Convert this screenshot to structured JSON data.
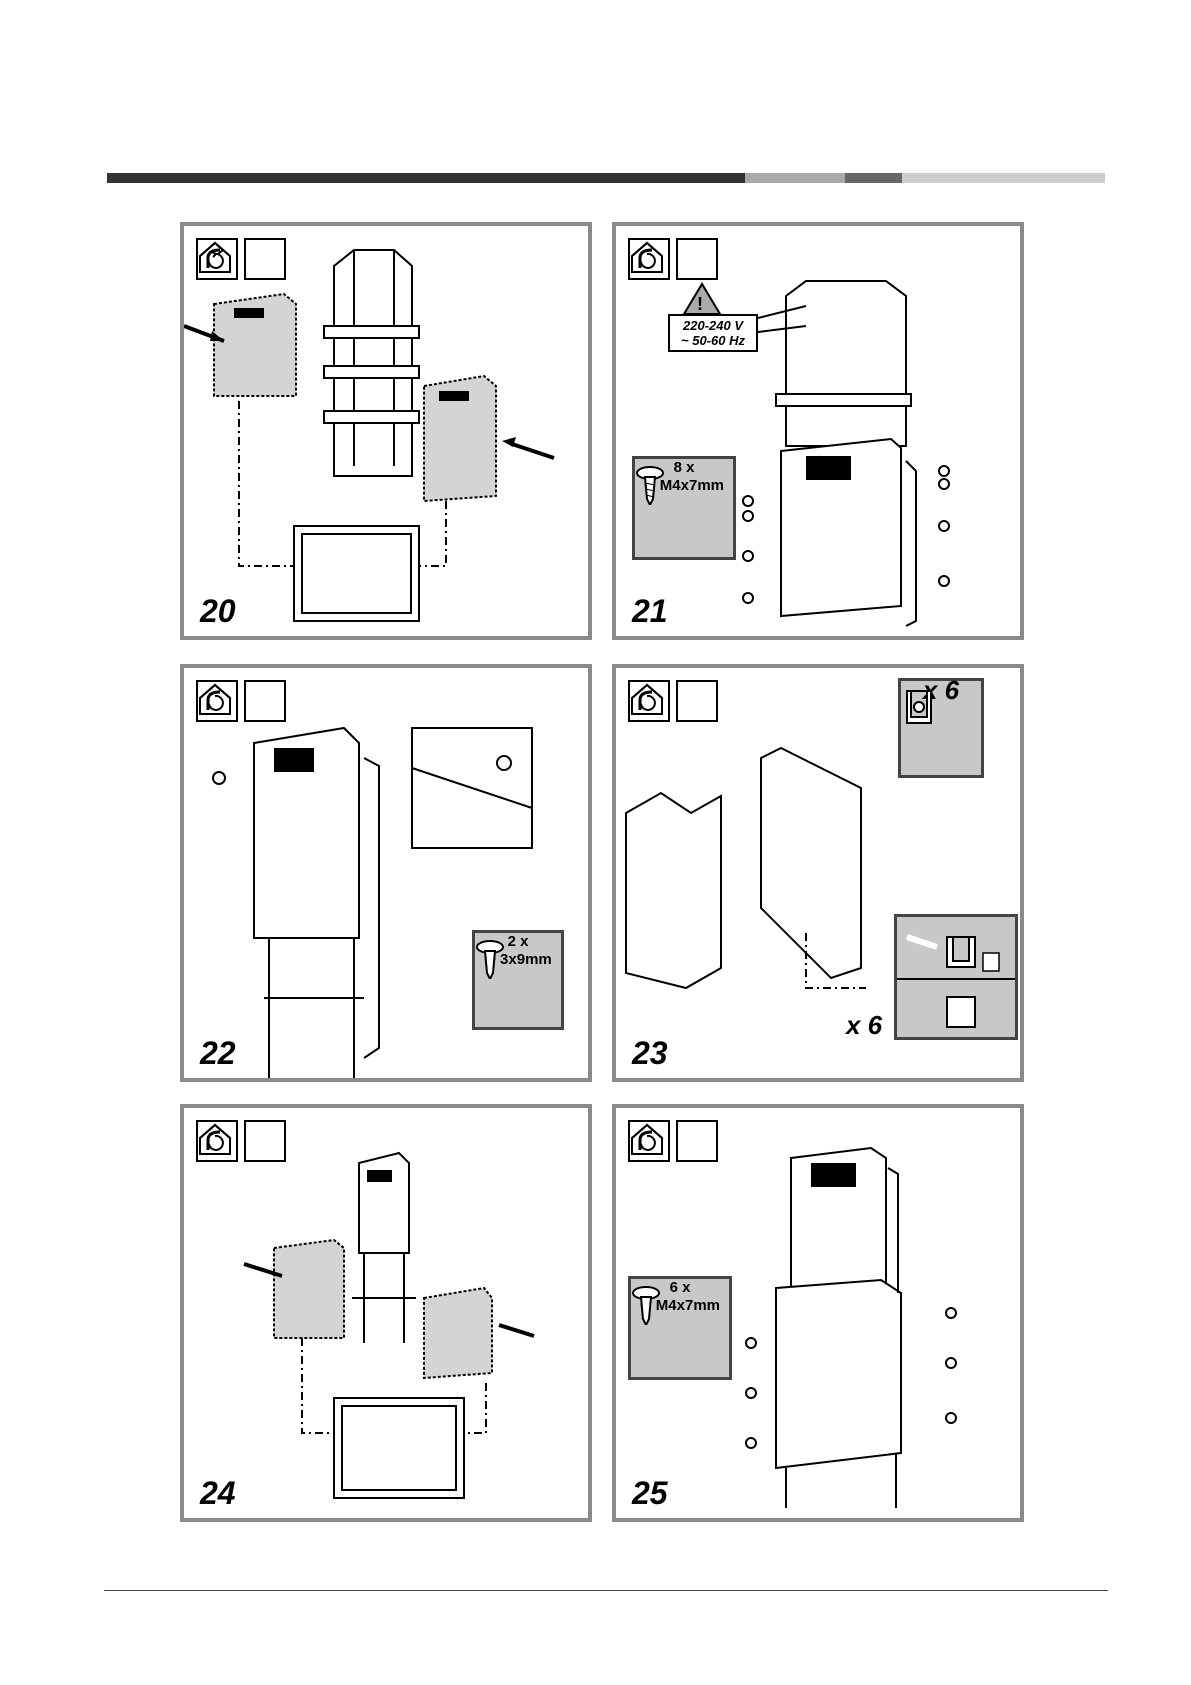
{
  "header_bar": {
    "colors": [
      "#333333",
      "#aaaaaa",
      "#666666",
      "#cccccc"
    ]
  },
  "panels": [
    {
      "step": "20",
      "icons": [
        "recirculation-mode-icon",
        "extraction-mode-icon"
      ]
    },
    {
      "step": "21",
      "icons": [
        "recirculation-mode-icon",
        "extraction-mode-icon"
      ],
      "warning": {
        "voltage": "220-240 V",
        "frequency": "~ 50-60 Hz"
      },
      "screws": {
        "qty": "8 x",
        "size": "Ø M4x7mm"
      }
    },
    {
      "step": "22",
      "icons": [
        "recirculation-mode-icon",
        "extraction-mode-icon"
      ],
      "screws": {
        "qty": "2 x",
        "size": "Ø 3x9mm"
      }
    },
    {
      "step": "23",
      "icons": [
        "recirculation-mode-icon",
        "extraction-mode-icon"
      ],
      "clips": {
        "qty": "x 6"
      },
      "clips_bottom_qty": "x 6"
    },
    {
      "step": "24",
      "icons": [
        "recirculation-mode-icon",
        "extraction-mode-icon"
      ]
    },
    {
      "step": "25",
      "icons": [
        "recirculation-mode-icon",
        "extraction-mode-icon"
      ],
      "screws": {
        "qty": "6 x",
        "size": "Ø M4x7mm"
      }
    }
  ]
}
